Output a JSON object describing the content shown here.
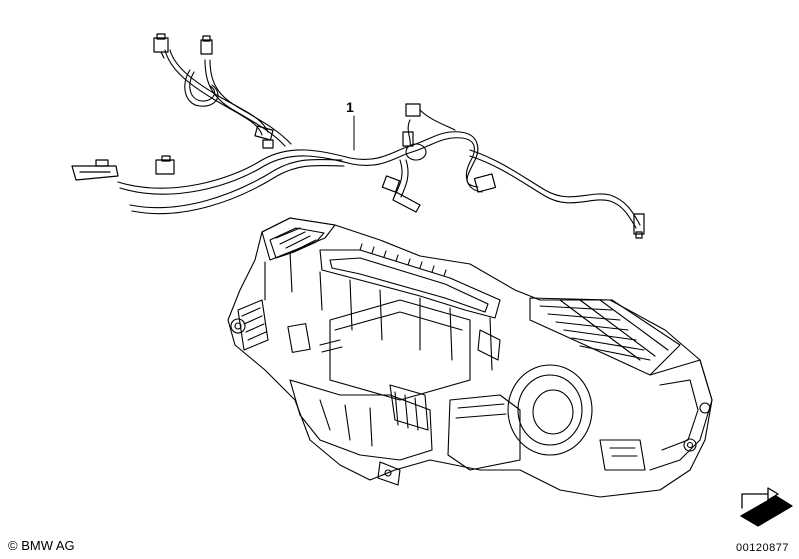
{
  "diagram": {
    "callouts": [
      {
        "label": "1"
      }
    ],
    "footer": {
      "copyright": "© BMW AG",
      "doc_number": "00120877"
    }
  }
}
